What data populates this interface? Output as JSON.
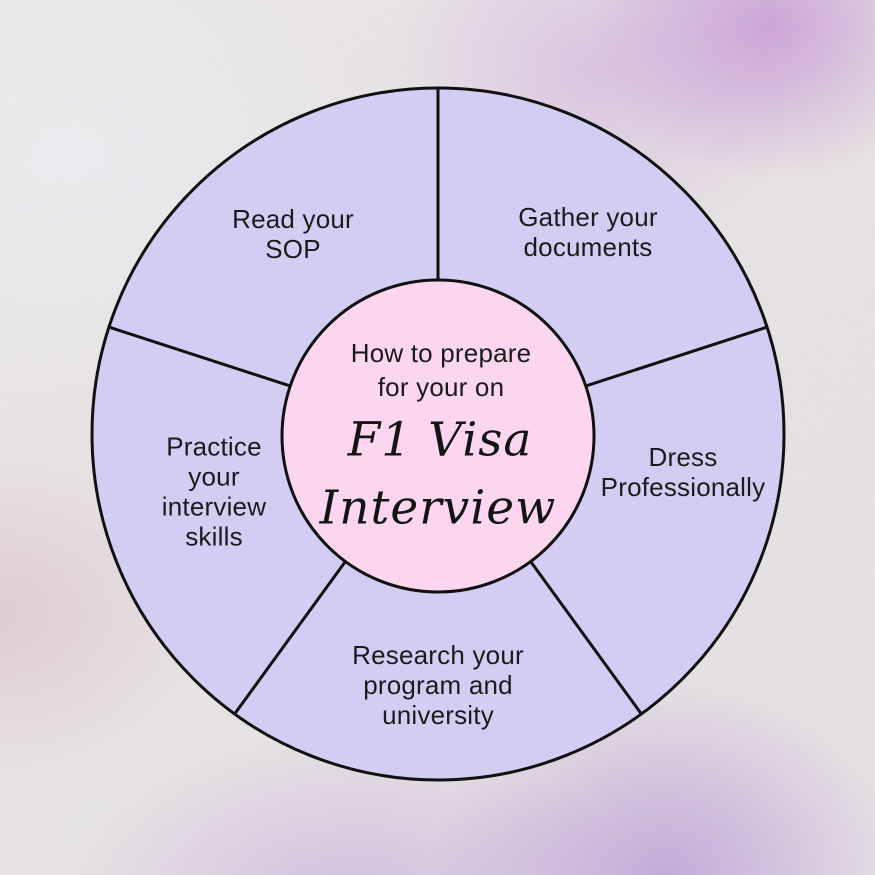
{
  "diagram": {
    "center": {
      "intro": "How to prepare\nfor your on",
      "title_line1": "F1 Visa",
      "title_line2": "Interview"
    },
    "segments": [
      {
        "id": "read-sop",
        "label": "Read your\nSOP"
      },
      {
        "id": "gather-documents",
        "label": "Gather your\ndocuments"
      },
      {
        "id": "dress-professionally",
        "label": "Dress\nProfessionally"
      },
      {
        "id": "research-program",
        "label": "Research your\nprogram and\nuniversity"
      },
      {
        "id": "practice-interview",
        "label": "Practice\nyour\ninterview\nskills"
      }
    ],
    "colors": {
      "segment_fill": "#d4cdf3",
      "center_fill": "#fcd6ee",
      "stroke": "#111111",
      "text": "#1b1b1b"
    }
  }
}
